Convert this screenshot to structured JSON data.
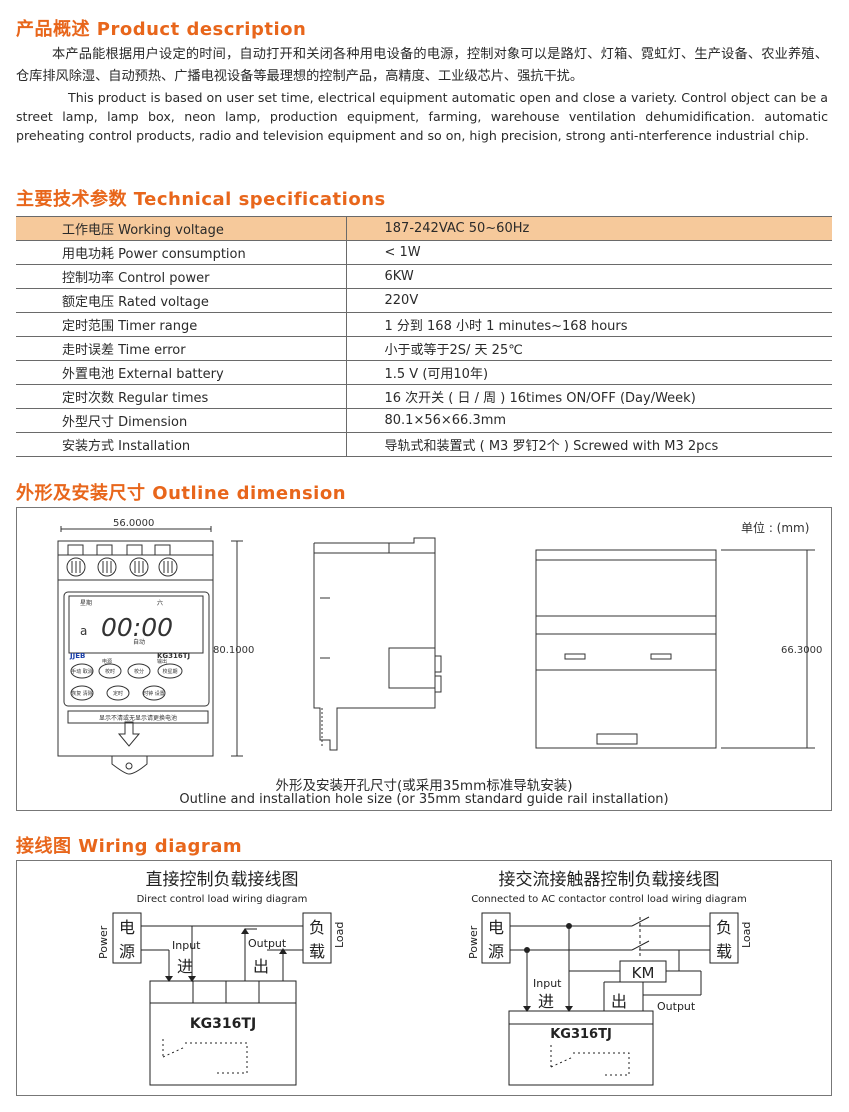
{
  "desc": {
    "heading": "产品概述 Product description",
    "cn": "本产品能根据用户设定的时间，自动打开和关闭各种用电设备的电源，控制对象可以是路灯、灯箱、霓虹灯、生产设备、农业养殖、仓库排风除湿、自动预热、广播电视设备等最理想的控制产品，高精度、工业级芯片、强抗干扰。",
    "en": "This product is based on user set time, electrical equipment automatic open and close a variety. Control object can be a street lamp, lamp box, neon lamp, production equipment, farming, warehouse ventilation dehumidification. automatic preheating control products, radio and television equipment and so on, high precision, strong anti-nterference industrial chip."
  },
  "specs": {
    "heading": "主要技术参数 Technical specifications",
    "rows": [
      {
        "k": "工作电压 Working voltage",
        "v": "187-242VAC  50~60Hz"
      },
      {
        "k": "用电功耗 Power consumption",
        "v": "< 1W"
      },
      {
        "k": "控制功率 Control power",
        "v": "6KW"
      },
      {
        "k": "额定电压 Rated voltage",
        "v": "220V"
      },
      {
        "k": "定时范围 Timer range",
        "v": "1 分到 168 小时  1 minutes~168 hours"
      },
      {
        "k": "走时误差 Time error",
        "v": "小于或等于2S/ 天   25℃"
      },
      {
        "k": "外置电池 External battery",
        "v": "1.5 V (可用10年)"
      },
      {
        "k": "定时次数 Regular times",
        "v": "16 次开关 ( 日 / 周 )  16times ON/OFF (Day/Week)"
      },
      {
        "k": "外型尺寸 Dimension",
        "v": "80.1×56×66.3mm"
      },
      {
        "k": "安装方式 Installation",
        "v": "导轨式和装置式 ( M3 罗钉2个 ) Screwed with M3 2pcs"
      }
    ]
  },
  "outline": {
    "heading": "外形及安装尺寸 Outline dimension",
    "unit": "单位 : (mm)",
    "width_label": "56.0000",
    "height_label": "80.1000",
    "depth_label": "66.3000",
    "lcd_top_left": "星期",
    "lcd_top_right": "六",
    "lcd_time": "00:00",
    "lcd_digit": "a",
    "lcd_auto": "自动",
    "brand": "JJEB",
    "model": "KG316TJ",
    "led_left": "电源",
    "led_right": "输出",
    "buttons": [
      "手动 取消",
      "校时",
      "校分",
      "校星期",
      "恢复 清除",
      "定时",
      "时钟 设置"
    ],
    "battery_note": "显示不清或无显示请更换电池",
    "caption_cn": "外形及安装开孔尺寸(或采用35mm标准导轨安装)",
    "caption_en": "Outline and installation hole size (or 35mm standard guide rail installation)"
  },
  "wiring": {
    "heading": "接线图 Wiring diagram",
    "left": {
      "title_cn": "直接控制负载接线图",
      "title_en": "Direct control load wiring diagram",
      "power": "Power",
      "power_cn_1": "电",
      "power_cn_2": "源",
      "load": "Load",
      "load_cn_1": "负",
      "load_cn_2": "载",
      "input": "Input",
      "input_cn": "进",
      "output": "Output",
      "output_cn": "出",
      "model": "KG316TJ"
    },
    "right": {
      "title_cn": "接交流接触器控制负载接线图",
      "title_en": "Connected to AC contactor control load wiring diagram",
      "power": "Power",
      "power_cn_1": "电",
      "power_cn_2": "源",
      "load": "Load",
      "load_cn_1": "负",
      "load_cn_2": "载",
      "km": "KM",
      "input": "Input",
      "input_cn": "进",
      "output": "Output",
      "output_cn": "出",
      "model": "KG316TJ"
    }
  }
}
